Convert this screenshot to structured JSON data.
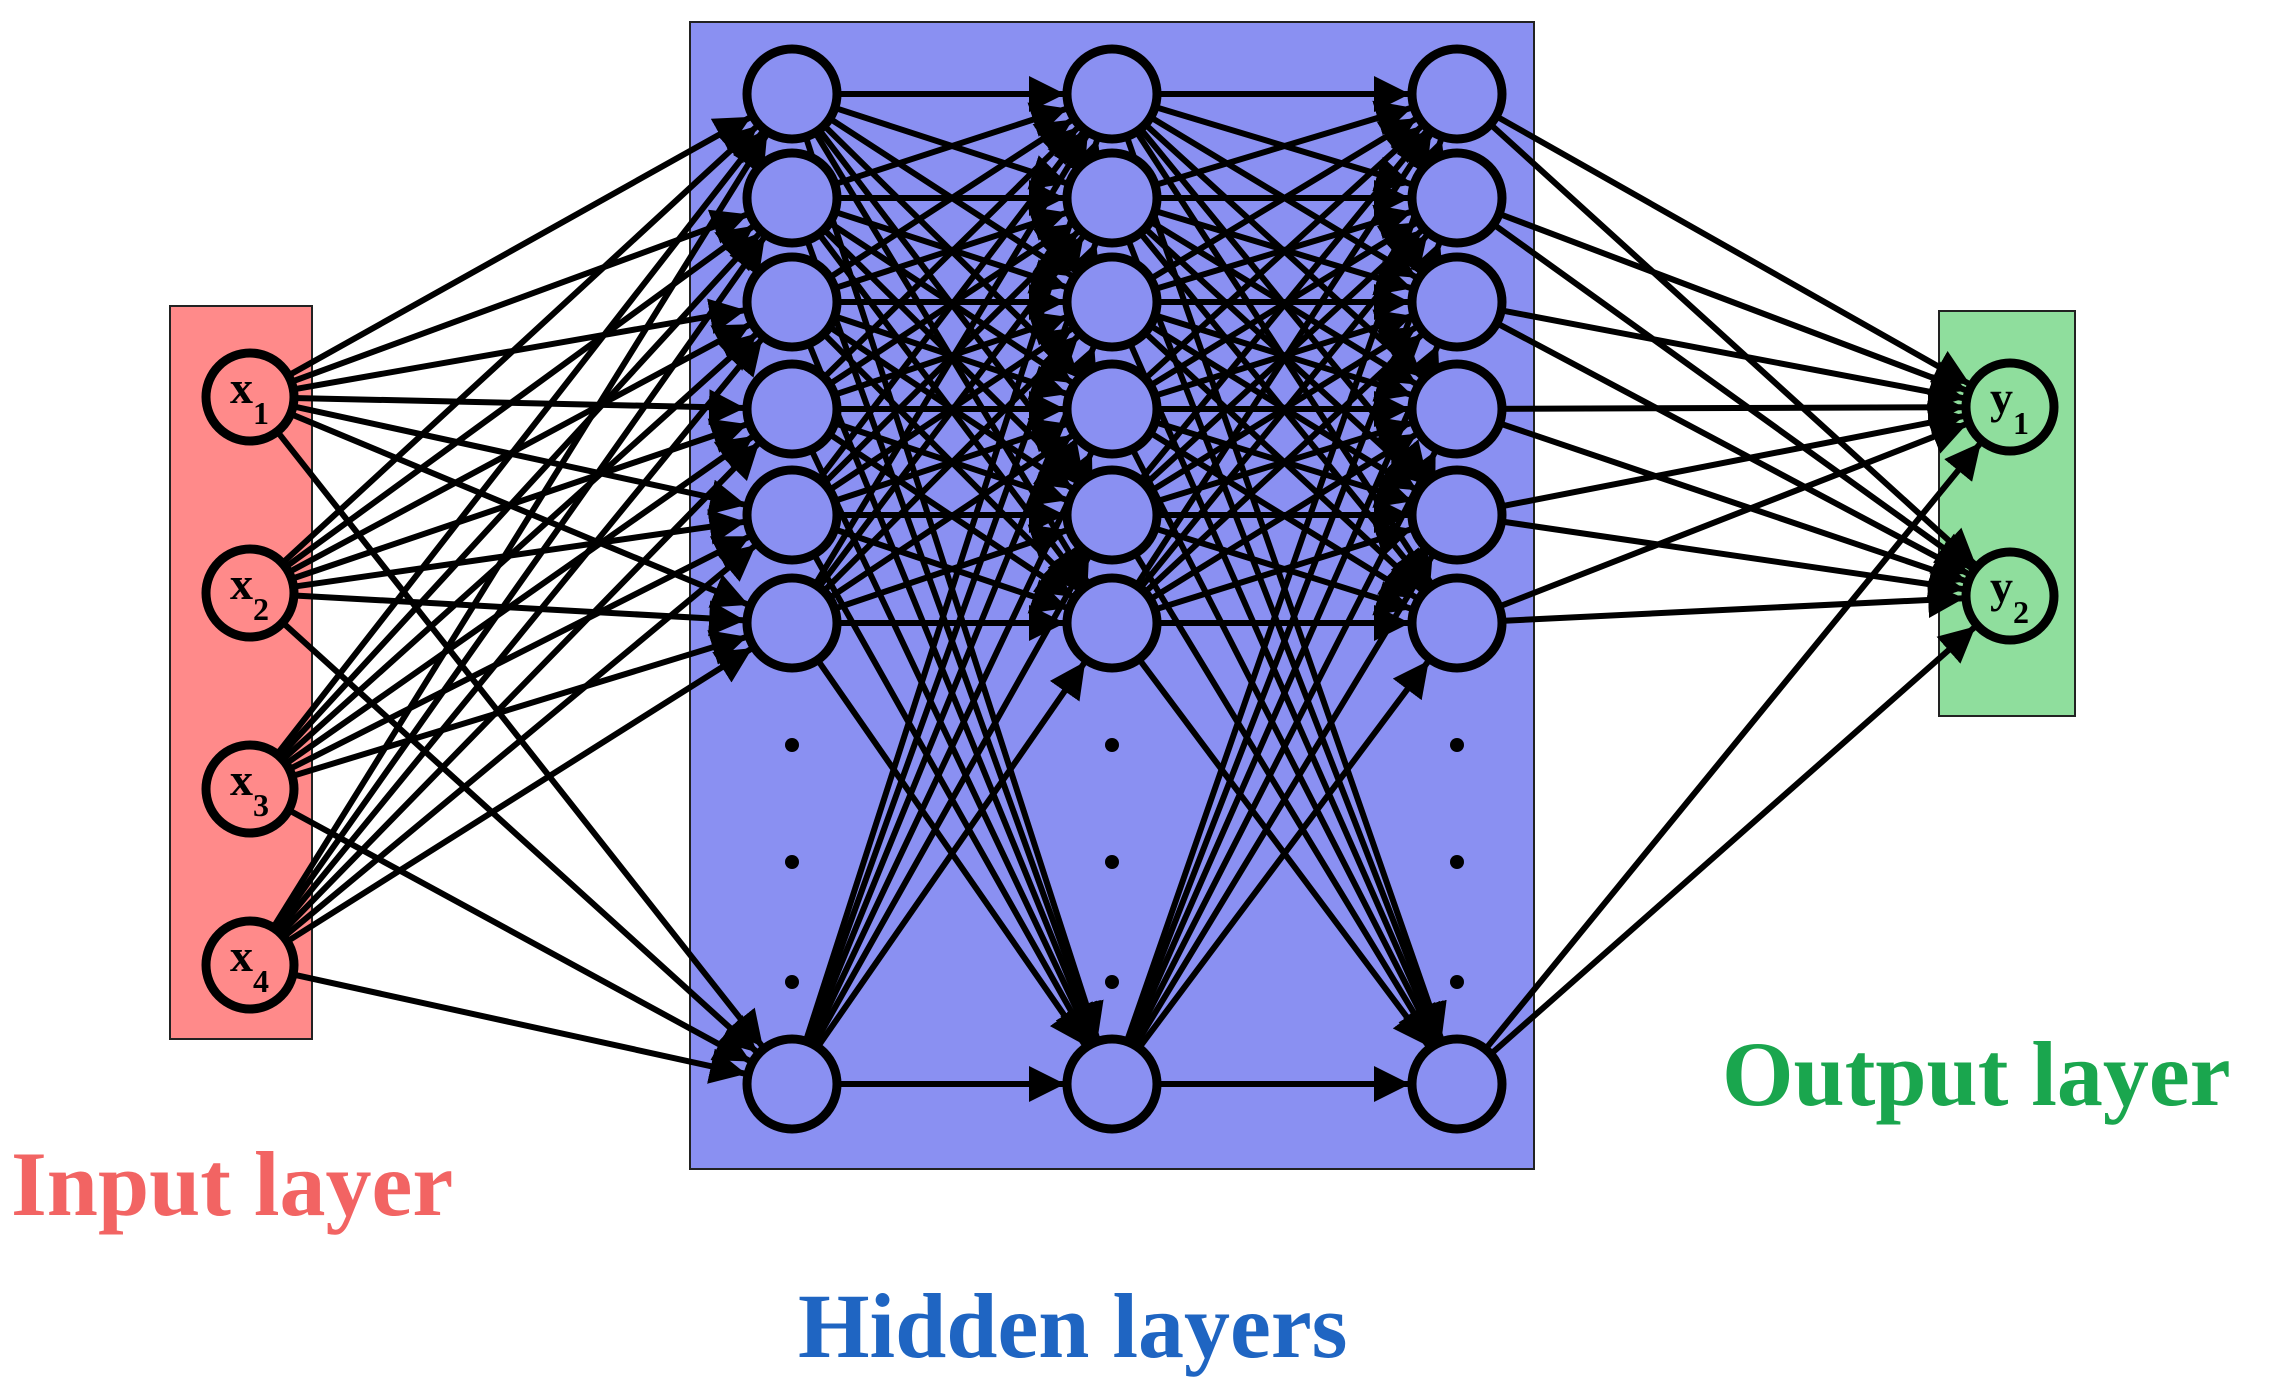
{
  "colors": {
    "input_box": "#FF8A8A",
    "hidden_box": "#8A90F2",
    "output_box": "#8FDE9D",
    "input_caption": "#F26463",
    "hidden_caption": "#1F65C2",
    "output_caption": "#1AA64E",
    "edge": "#000000",
    "node_outline": "#000000"
  },
  "captions": {
    "input": "Input layer",
    "hidden": "Hidden layers",
    "output": "Output layer"
  },
  "layers": {
    "input": {
      "nodes": [
        {
          "label": "x",
          "subscript": "1"
        },
        {
          "label": "x",
          "subscript": "2"
        },
        {
          "label": "x",
          "subscript": "3"
        },
        {
          "label": "x",
          "subscript": "4"
        }
      ]
    },
    "hidden": {
      "layer_count": 3,
      "visible_nodes_per_layer": 7,
      "ellipsis": true
    },
    "output": {
      "nodes": [
        {
          "label": "y",
          "subscript": "1"
        },
        {
          "label": "y",
          "subscript": "2"
        }
      ]
    }
  },
  "connectivity": "fully-connected",
  "icons": {
    "edge_head": "arrowhead",
    "neuron": "circle"
  }
}
